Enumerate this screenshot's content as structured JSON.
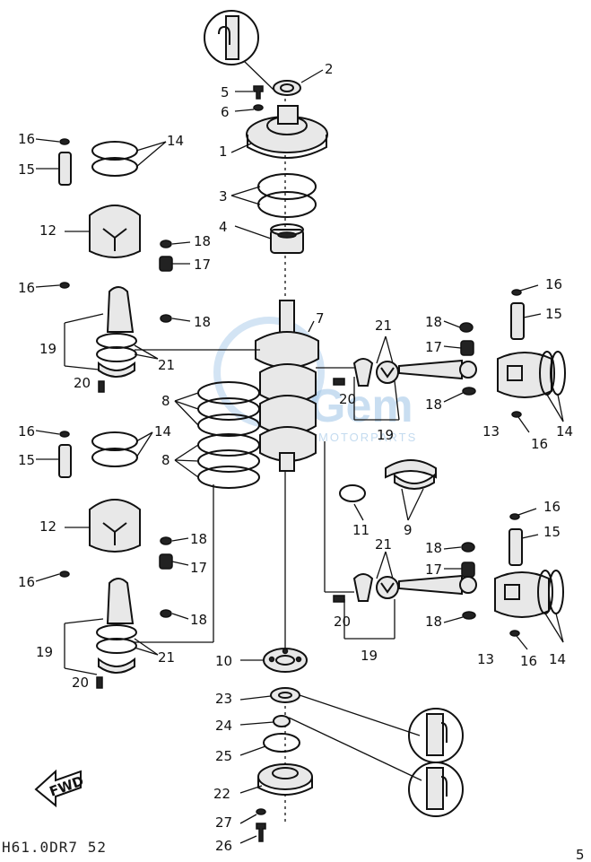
{
  "watermark": {
    "main": "Gem",
    "sub": "MOTORPARTS"
  },
  "fwd_label": "FWD",
  "footer_code": "H61.0DR7 52",
  "corner_mark": "5",
  "callouts": [
    "1",
    "2",
    "3",
    "4",
    "5",
    "6",
    "7",
    "8",
    "8",
    "9",
    "10",
    "11",
    "12",
    "12",
    "13",
    "13",
    "14",
    "14",
    "14",
    "14",
    "15",
    "15",
    "15",
    "15",
    "16",
    "16",
    "16",
    "16",
    "16",
    "16",
    "16",
    "16",
    "17",
    "17",
    "17",
    "17",
    "18",
    "18",
    "18",
    "18",
    "18",
    "18",
    "18",
    "18",
    "19",
    "19",
    "19",
    "19",
    "20",
    "20",
    "20",
    "20",
    "21",
    "21",
    "21",
    "21",
    "22",
    "23",
    "24",
    "25",
    "26",
    "27"
  ]
}
